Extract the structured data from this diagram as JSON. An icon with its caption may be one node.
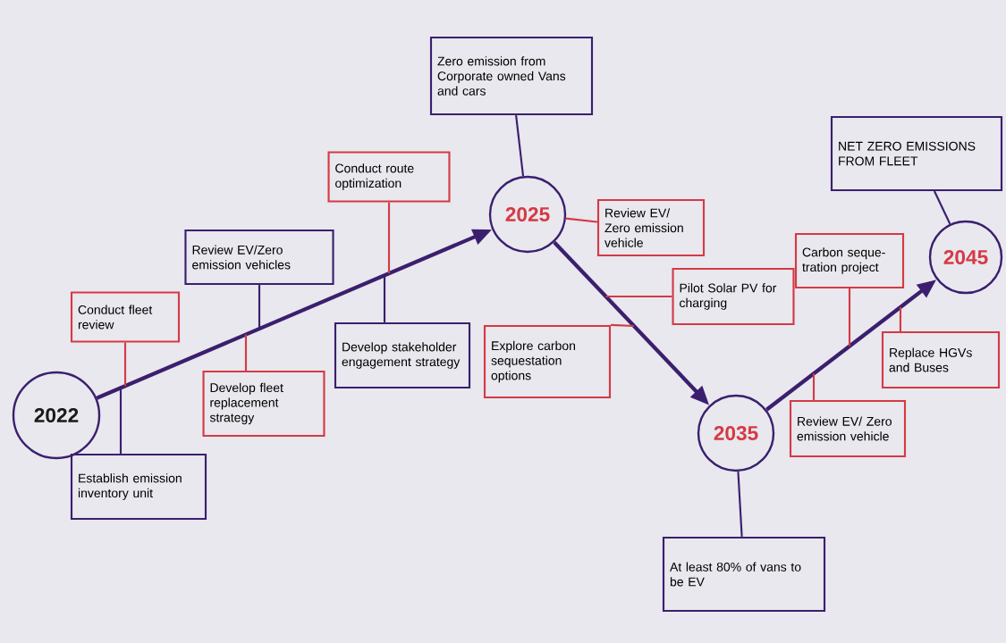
{
  "diagram": {
    "nodes": [
      {
        "text": [
          "2022"
        ]
      },
      {
        "text": [
          "Conduct fleet review"
        ]
      },
      {
        "text": [
          "Establish emission inventory unit"
        ]
      },
      {
        "text": [
          "Review EV/Zero emission vehicles"
        ]
      },
      {
        "text": [
          "Develop fleet replacement strategy"
        ]
      },
      {
        "text": [
          "Conduct route optimization"
        ]
      },
      {
        "text": [
          "Develop stakeholder engagement strategy"
        ]
      },
      {
        "text": [
          "2025"
        ]
      },
      {
        "text": [
          "Zero emission from Corporate owned Vans and cars"
        ]
      },
      {
        "text": [
          "Review EV/ Zero emission vehicle"
        ]
      },
      {
        "text": [
          "Explore carbon sequestation options"
        ]
      },
      {
        "text": [
          "Pilot Solar PV for charging"
        ]
      },
      {
        "text": [
          "2035"
        ]
      },
      {
        "text": [
          "At least 80% of vans to be EV"
        ]
      },
      {
        "text": [
          "Review EV/ Zero emission vehicle"
        ]
      },
      {
        "text": [
          "Carbon seque- tration project"
        ]
      },
      {
        "text": [
          "Replace HGVs and Buses"
        ]
      },
      {
        "text": [
          "2045"
        ]
      },
      {
        "text": [
          "NET ZERO EMISSIONS FROM FLEET"
        ]
      }
    ],
    "edges": [
      {
        "from": 0,
        "to": 7,
        "arrow": "to",
        "style": "thick"
      },
      {
        "from": 7,
        "to": 12,
        "arrow": "to",
        "style": "thick"
      },
      {
        "from": 12,
        "to": 17,
        "arrow": "to",
        "style": "thick"
      },
      {
        "from": 1,
        "to": null,
        "arrow": "none",
        "color": "#d43a45"
      },
      {
        "from": 2,
        "to": null,
        "arrow": "none"
      },
      {
        "from": 3,
        "to": null,
        "arrow": "none"
      },
      {
        "from": 4,
        "to": null,
        "arrow": "none",
        "color": "#d43a45"
      },
      {
        "from": 5,
        "to": null,
        "arrow": "none",
        "color": "#d43a45"
      },
      {
        "from": 6,
        "to": null,
        "arrow": "none"
      },
      {
        "from": 8,
        "to": 7,
        "arrow": "none"
      },
      {
        "from": 9,
        "to": 7,
        "arrow": "none",
        "color": "#d43a45"
      },
      {
        "from": 10,
        "to": null,
        "arrow": "none",
        "color": "#d43a45"
      },
      {
        "from": 11,
        "to": null,
        "arrow": "none",
        "color": "#d43a45"
      },
      {
        "from": 13,
        "to": 12,
        "arrow": "none"
      },
      {
        "from": 15,
        "to": null,
        "arrow": "none",
        "color": "#d43a45"
      },
      {
        "from": 16,
        "to": null,
        "arrow": "none",
        "color": "#d43a45"
      },
      {
        "from": 14,
        "to": null,
        "arrow": "none",
        "color": "#d43a45"
      },
      {
        "from": 18,
        "to": 17,
        "arrow": "none"
      }
    ]
  }
}
